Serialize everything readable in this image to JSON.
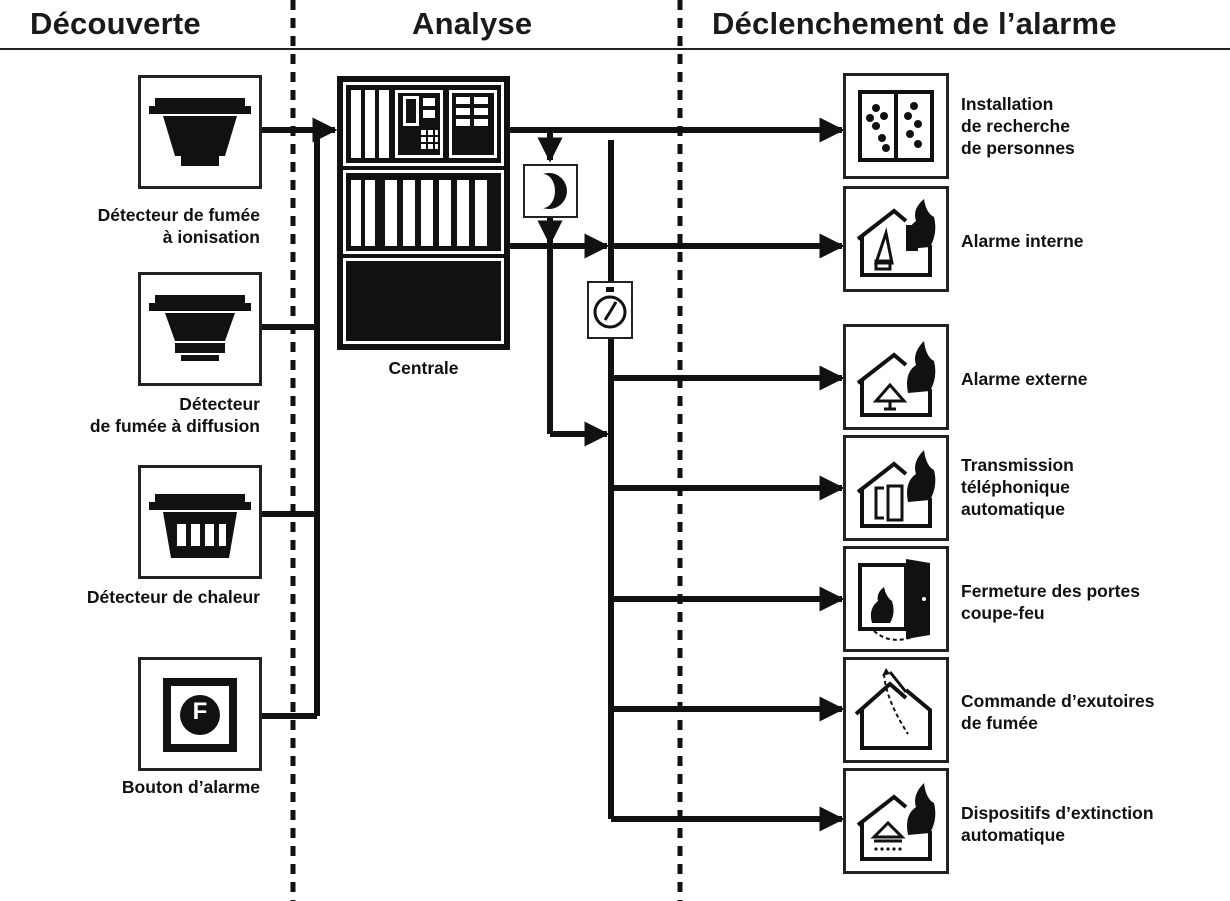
{
  "headers": {
    "discovery": "Découverte",
    "analysis": "Analyse",
    "trigger": "Déclenchement de l’alarme"
  },
  "detectors": [
    {
      "icon": "ionization-smoke-detector-icon",
      "lines": [
        "Détecteur de fumée",
        "à ionisation"
      ]
    },
    {
      "icon": "optical-smoke-detector-icon",
      "lines": [
        "Détecteur",
        "de fumée à diffusion"
      ]
    },
    {
      "icon": "heat-detector-icon",
      "lines": [
        "Détecteur de chaleur"
      ]
    },
    {
      "icon": "alarm-button-icon",
      "button_letter": "F",
      "lines": [
        "Bouton d’alarme"
      ]
    }
  ],
  "central": {
    "icon": "control-panel-icon",
    "label": "Centrale",
    "night_icon": "moon-icon",
    "delay_icon": "stopwatch-icon"
  },
  "outputs": [
    {
      "icon": "pager-icon",
      "lines": [
        "Installation",
        "de recherche",
        "de personnes"
      ]
    },
    {
      "icon": "internal-alarm-icon",
      "lines": [
        "Alarme interne"
      ]
    },
    {
      "icon": "external-alarm-icon",
      "lines": [
        "Alarme externe"
      ]
    },
    {
      "icon": "phone-transmission-icon",
      "lines": [
        "Transmission",
        "téléphonique",
        "automatique"
      ]
    },
    {
      "icon": "fire-door-icon",
      "lines": [
        "Fermeture des portes",
        "coupe-feu"
      ]
    },
    {
      "icon": "smoke-vent-icon",
      "lines": [
        "Commande d’exutoires",
        "de fumée"
      ]
    },
    {
      "icon": "sprinkler-icon",
      "lines": [
        "Dispositifs d’extinction",
        "automatique"
      ]
    }
  ]
}
